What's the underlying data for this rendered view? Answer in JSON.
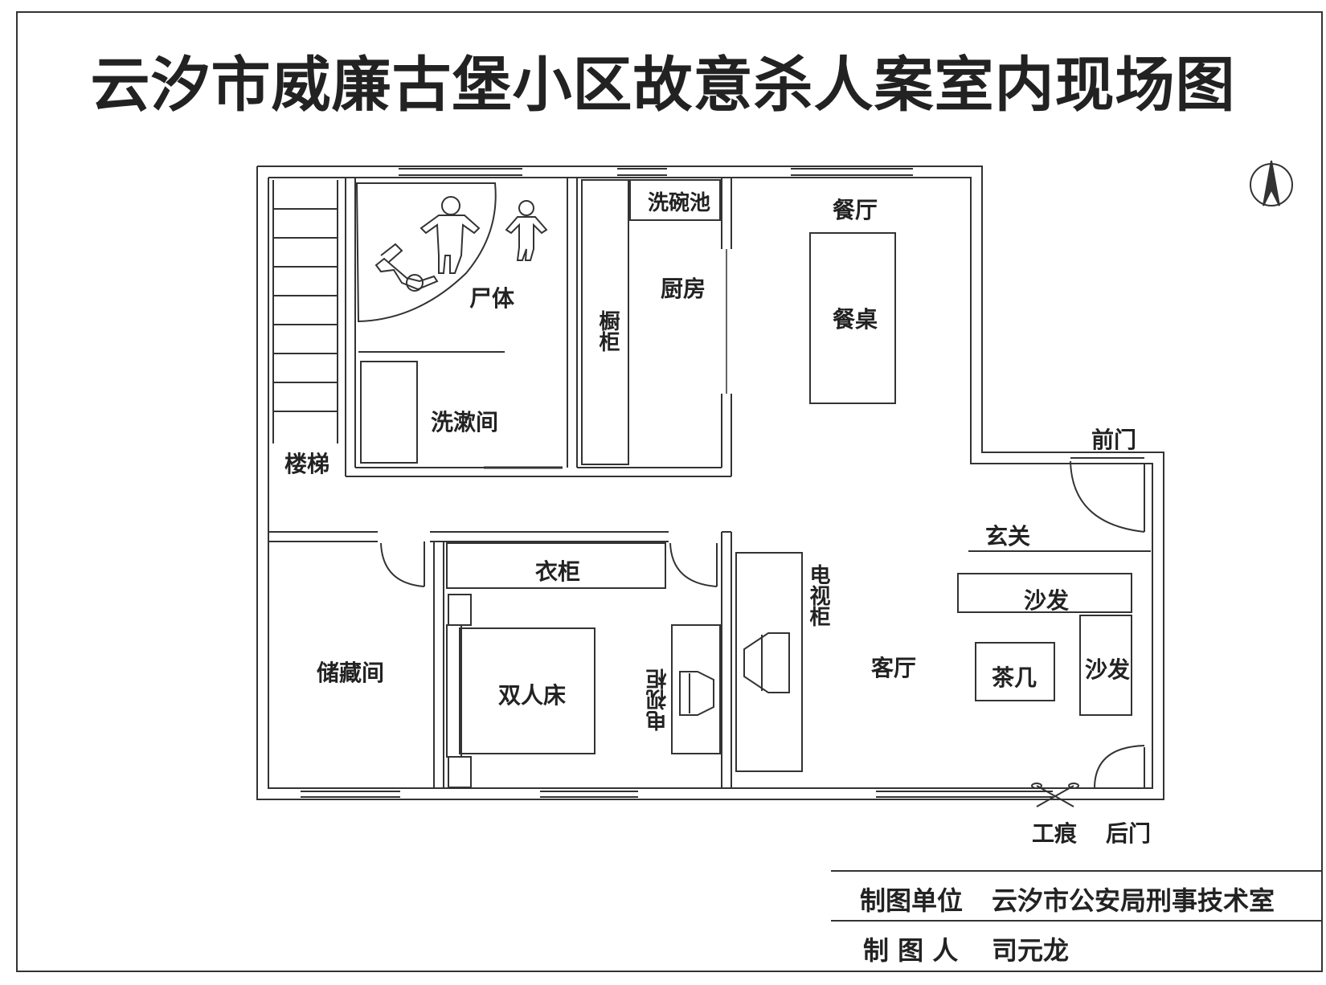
{
  "title": "云汐市威廉古堡小区故意杀人案室内现场图",
  "labels": {
    "stairs": "楼梯",
    "body": "尸体",
    "bathroom": "洗漱间",
    "sink": "洗碗池",
    "cabinet": "橱柜",
    "kitchen": "厨房",
    "dining_room": "餐厅",
    "dining_table": "餐桌",
    "front_door": "前门",
    "entrance": "玄关",
    "sofa_long": "沙发",
    "sofa_side": "沙发",
    "tea_table": "茶几",
    "living_room": "客厅",
    "tv_stand": "电视柜",
    "storage_room": "储藏间",
    "wardrobe": "衣柜",
    "double_bed": "双人床",
    "tv_cabinet_bedroom": "电视柜",
    "tool_mark": "工痕",
    "back_door": "后门"
  },
  "footer": {
    "unit_label": "制图单位",
    "unit_value": "云汐市公安局刑事技术室",
    "author_label": "制 图 人",
    "author_value": "司元龙"
  },
  "icons": [
    "north-arrow-icon",
    "body-outline-icon",
    "tool-mark-icon",
    "tv-icon"
  ]
}
